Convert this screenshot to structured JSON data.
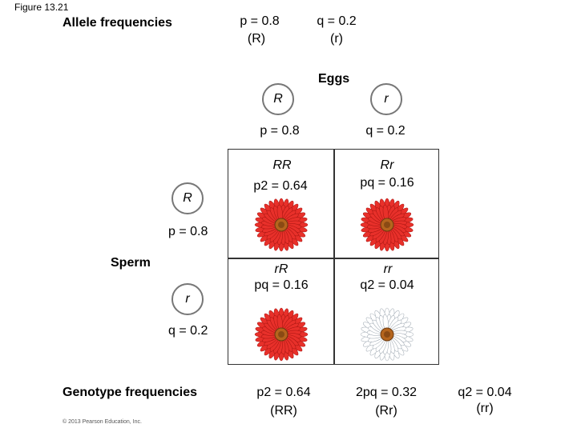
{
  "figure_label": "Figure 13.21",
  "allele_frequencies": {
    "heading": "Allele frequencies",
    "p": {
      "line1": "p = 0.8",
      "line2": "(R)"
    },
    "q": {
      "line1": "q = 0.2",
      "line2": "(r)"
    }
  },
  "eggs": {
    "label": "Eggs",
    "alleles": [
      {
        "symbol": "R",
        "freq": "p = 0.8"
      },
      {
        "symbol": "r",
        "freq": "q = 0.2"
      }
    ]
  },
  "sperm": {
    "label": "Sperm",
    "alleles": [
      {
        "symbol": "R",
        "freq": "p = 0.8"
      },
      {
        "symbol": "r",
        "freq": "q = 0.2"
      }
    ]
  },
  "cells": [
    {
      "genotype": "RR",
      "freq": "p2 = 0.64",
      "flower": "red"
    },
    {
      "genotype": "Rr",
      "freq": "pq = 0.16",
      "flower": "red"
    },
    {
      "genotype": "rR",
      "freq": "pq = 0.16",
      "flower": "red"
    },
    {
      "genotype": "rr",
      "freq": "q2 = 0.04",
      "flower": "white"
    }
  ],
  "genotype_frequencies": {
    "heading": "Genotype frequencies",
    "items": [
      {
        "line1": "p2 = 0.64",
        "line2": "(RR)"
      },
      {
        "line1": "2pq = 0.32",
        "line2": "(Rr)"
      },
      {
        "line1": "q2 = 0.04",
        "line2": "(rr)"
      }
    ]
  },
  "colors": {
    "red_petal": "#e8302a",
    "white_petal": "#ffffff",
    "center": "#b5651d"
  },
  "credit": "© 2013 Pearson Education, Inc."
}
